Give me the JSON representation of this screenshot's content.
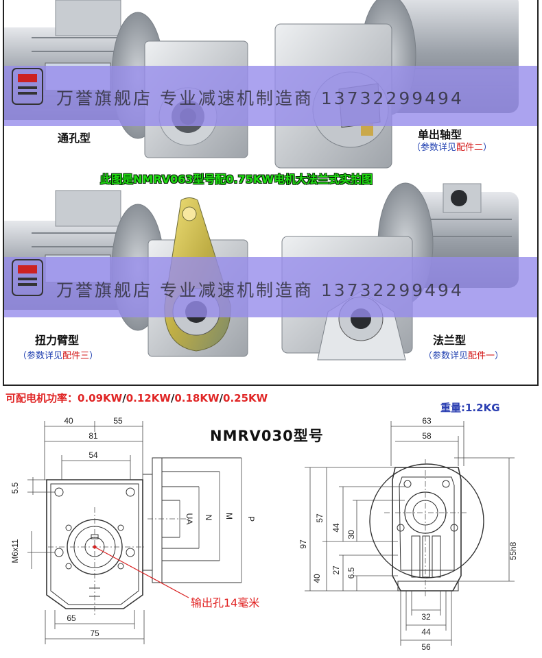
{
  "watermark": {
    "text": "万誉旗舰店 专业减速机制造商  13732299494"
  },
  "photo_panel": {
    "banner": "此图是NMRV063型号配0.75KW电机大法兰式实拍图",
    "types": [
      {
        "name": "通孔型"
      },
      {
        "name": "单出轴型",
        "note_prefix": "（参数详见",
        "note_highlight": "配件二",
        "note_suffix": "）"
      },
      {
        "name": "扭力臂型",
        "note_prefix": "（参数详见",
        "note_highlight": "配件三",
        "note_suffix": "）"
      },
      {
        "name": "法兰型",
        "note_prefix": "（参数详见",
        "note_highlight": "配件一",
        "note_suffix": "）"
      }
    ]
  },
  "specs": {
    "power_label": "可配电机功率：",
    "power_values": [
      "0.09KW",
      "0.12KW",
      "0.18KW",
      "0.25KW"
    ],
    "separator": "/",
    "weight": "重量:1.2KG",
    "model": "NMRV030型号",
    "output_hole": "输出孔14毫米"
  },
  "drawing": {
    "dims": {
      "d40_top": "40",
      "d55": "55",
      "d81": "81",
      "d54": "54",
      "d5_5": "5.5",
      "dM6": "M6x11",
      "d65": "65",
      "d75": "75",
      "dUA": "UA",
      "dN": "N",
      "dM": "M",
      "dP": "P",
      "d63": "63",
      "d58": "58",
      "d97": "97",
      "d57": "57",
      "d44v": "44",
      "d30": "30",
      "d27": "27",
      "d6_5": "6.5",
      "d40_side": "40",
      "d55h8": "55h8",
      "d32": "32",
      "d44h": "44",
      "d56": "56"
    }
  },
  "colors": {
    "watermark_band": "#968ceb",
    "banner_green": "#1edc10",
    "power_red": "#e02525",
    "weight_blue": "#2b3fb2",
    "note_blue": "#1f3fb0",
    "note_red": "#d21010"
  }
}
